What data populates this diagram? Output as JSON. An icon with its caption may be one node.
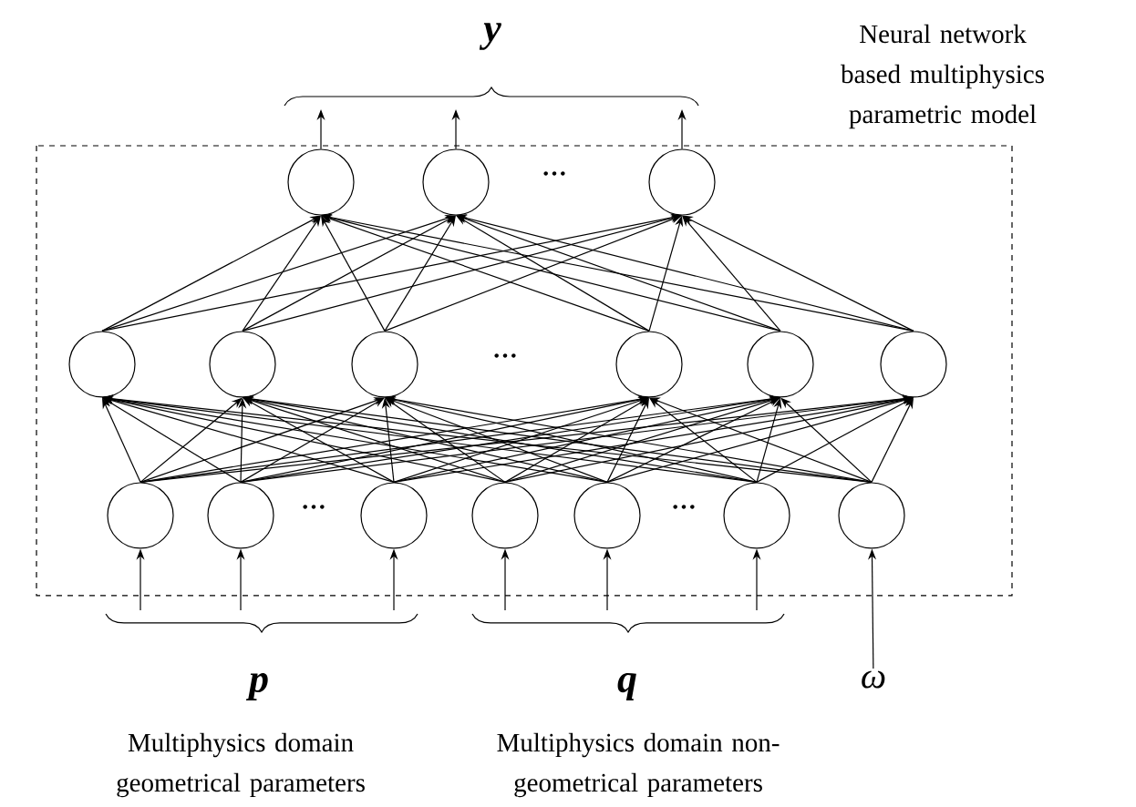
{
  "diagram": {
    "nodes": [
      {
        "text": [
          "Neural network based multiphysics parametric model"
        ]
      },
      {
        "text": [],
        "shape": "circle",
        "in": 0
      },
      {
        "text": [],
        "shape": "circle",
        "in": 0
      },
      {
        "text": [],
        "shape": "circle",
        "in": 0
      },
      {
        "text": [],
        "shape": "circle",
        "in": 0
      },
      {
        "text": [],
        "shape": "circle",
        "in": 0
      },
      {
        "text": [],
        "shape": "circle",
        "in": 0
      },
      {
        "text": [],
        "shape": "circle",
        "in": 0
      },
      {
        "text": [],
        "shape": "circle",
        "in": 0
      },
      {
        "text": [],
        "shape": "circle",
        "in": 0
      },
      {
        "text": [],
        "shape": "circle",
        "in": 0
      },
      {
        "text": [],
        "shape": "circle",
        "in": 0
      },
      {
        "text": [],
        "shape": "circle",
        "in": 0
      },
      {
        "text": [],
        "shape": "circle",
        "in": 0
      },
      {
        "text": [],
        "shape": "circle",
        "in": 0
      },
      {
        "text": [],
        "shape": "circle",
        "in": 0
      },
      {
        "text": [],
        "shape": "circle",
        "in": 0
      },
      {
        "text": [
          "ω"
        ]
      }
    ],
    "edges": [
      {
        "from": 10,
        "to": 4,
        "arrow": "to"
      },
      {
        "from": 10,
        "to": 5,
        "arrow": "to"
      },
      {
        "from": 10,
        "to": 6,
        "arrow": "to"
      },
      {
        "from": 10,
        "to": 7,
        "arrow": "to"
      },
      {
        "from": 10,
        "to": 8,
        "arrow": "to"
      },
      {
        "from": 10,
        "to": 9,
        "arrow": "to"
      },
      {
        "from": 11,
        "to": 4,
        "arrow": "to"
      },
      {
        "from": 11,
        "to": 5,
        "arrow": "to"
      },
      {
        "from": 11,
        "to": 6,
        "arrow": "to"
      },
      {
        "from": 11,
        "to": 7,
        "arrow": "to"
      },
      {
        "from": 11,
        "to": 8,
        "arrow": "to"
      },
      {
        "from": 11,
        "to": 9,
        "arrow": "to"
      },
      {
        "from": 12,
        "to": 4,
        "arrow": "to"
      },
      {
        "from": 12,
        "to": 5,
        "arrow": "to"
      },
      {
        "from": 12,
        "to": 6,
        "arrow": "to"
      },
      {
        "from": 12,
        "to": 7,
        "arrow": "to"
      },
      {
        "from": 12,
        "to": 8,
        "arrow": "to"
      },
      {
        "from": 12,
        "to": 9,
        "arrow": "to"
      },
      {
        "from": 13,
        "to": 4,
        "arrow": "to"
      },
      {
        "from": 13,
        "to": 5,
        "arrow": "to"
      },
      {
        "from": 13,
        "to": 6,
        "arrow": "to"
      },
      {
        "from": 13,
        "to": 7,
        "arrow": "to"
      },
      {
        "from": 13,
        "to": 8,
        "arrow": "to"
      },
      {
        "from": 13,
        "to": 9,
        "arrow": "to"
      },
      {
        "from": 14,
        "to": 4,
        "arrow": "to"
      },
      {
        "from": 14,
        "to": 5,
        "arrow": "to"
      },
      {
        "from": 14,
        "to": 6,
        "arrow": "to"
      },
      {
        "from": 14,
        "to": 7,
        "arrow": "to"
      },
      {
        "from": 14,
        "to": 8,
        "arrow": "to"
      },
      {
        "from": 14,
        "to": 9,
        "arrow": "to"
      },
      {
        "from": 15,
        "to": 4,
        "arrow": "to"
      },
      {
        "from": 15,
        "to": 5,
        "arrow": "to"
      },
      {
        "from": 15,
        "to": 6,
        "arrow": "to"
      },
      {
        "from": 15,
        "to": 7,
        "arrow": "to"
      },
      {
        "from": 15,
        "to": 8,
        "arrow": "to"
      },
      {
        "from": 15,
        "to": 9,
        "arrow": "to"
      },
      {
        "from": 16,
        "to": 4,
        "arrow": "to"
      },
      {
        "from": 16,
        "to": 5,
        "arrow": "to"
      },
      {
        "from": 16,
        "to": 6,
        "arrow": "to"
      },
      {
        "from": 16,
        "to": 7,
        "arrow": "to"
      },
      {
        "from": 16,
        "to": 8,
        "arrow": "to"
      },
      {
        "from": 16,
        "to": 9,
        "arrow": "to"
      },
      {
        "from": 4,
        "to": 1,
        "arrow": "to"
      },
      {
        "from": 4,
        "to": 2,
        "arrow": "to"
      },
      {
        "from": 4,
        "to": 3,
        "arrow": "to"
      },
      {
        "from": 5,
        "to": 1,
        "arrow": "to"
      },
      {
        "from": 5,
        "to": 2,
        "arrow": "to"
      },
      {
        "from": 5,
        "to": 3,
        "arrow": "to"
      },
      {
        "from": 6,
        "to": 1,
        "arrow": "to"
      },
      {
        "from": 6,
        "to": 2,
        "arrow": "to"
      },
      {
        "from": 6,
        "to": 3,
        "arrow": "to"
      },
      {
        "from": 7,
        "to": 1,
        "arrow": "to"
      },
      {
        "from": 7,
        "to": 2,
        "arrow": "to"
      },
      {
        "from": 7,
        "to": 3,
        "arrow": "to"
      },
      {
        "from": 8,
        "to": 1,
        "arrow": "to"
      },
      {
        "from": 8,
        "to": 2,
        "arrow": "to"
      },
      {
        "from": 8,
        "to": 3,
        "arrow": "to"
      },
      {
        "from": 9,
        "to": 1,
        "arrow": "to"
      },
      {
        "from": 9,
        "to": 2,
        "arrow": "to"
      },
      {
        "from": 9,
        "to": 3,
        "arrow": "to"
      },
      {
        "from": 1,
        "to": null,
        "arrow": "to"
      },
      {
        "from": 2,
        "to": null,
        "arrow": "to"
      },
      {
        "from": 3,
        "to": null,
        "arrow": "to"
      },
      {
        "from": null,
        "to": 10,
        "arrow": "to"
      },
      {
        "from": null,
        "to": 11,
        "arrow": "to"
      },
      {
        "from": null,
        "to": 12,
        "arrow": "to"
      },
      {
        "from": null,
        "to": 13,
        "arrow": "to"
      },
      {
        "from": null,
        "to": 14,
        "arrow": "to"
      },
      {
        "from": null,
        "to": 15,
        "arrow": "to"
      },
      {
        "from": 17,
        "to": 16,
        "arrow": "to"
      }
    ],
    "labels": [
      "y",
      "···",
      "···",
      "···",
      "···",
      "p",
      "q",
      "Multiphysics domain geometrical parameters",
      "Multiphysics domain non-geometrical parameters"
    ]
  }
}
